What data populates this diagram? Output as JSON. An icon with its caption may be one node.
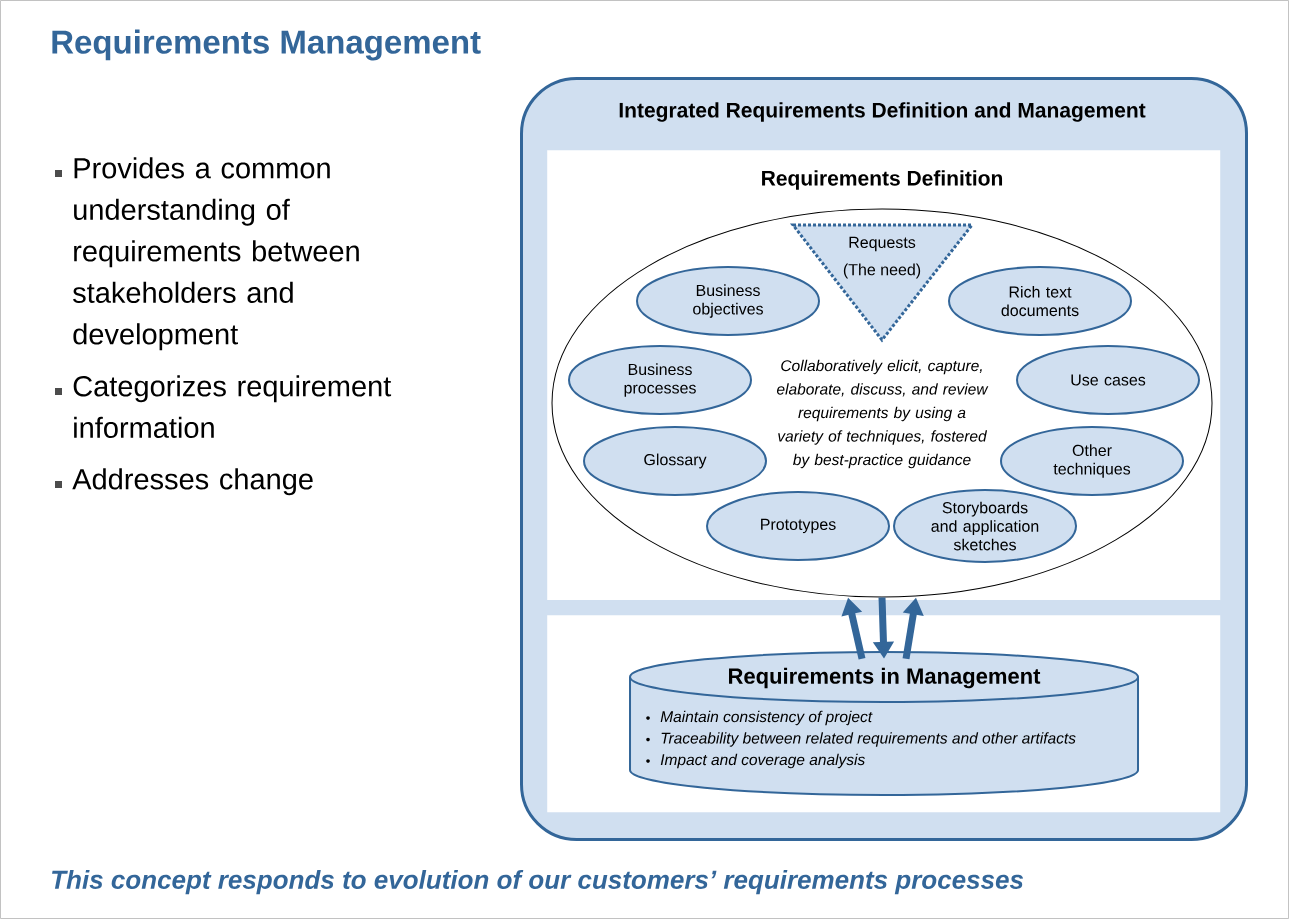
{
  "diagram": {
    "title": "Requirements Management",
    "caption": "This concept responds to evolution of our customers’ requirements processes",
    "nodes": [
      {
        "text": [
          "Integrated Requirements Definition and Management"
        ]
      },
      {
        "text": [
          "Requirements Definition"
        ],
        "in": 0
      },
      {
        "text": [
          "Collaboratively elicit, capture, elaborate, discuss, and review requirements by using a variety of techniques, fostered by best-practice guidance"
        ],
        "in": 1
      },
      {
        "text": [
          "Requests",
          "(The need)"
        ],
        "in": 2
      },
      {
        "text": [
          "Business objectives"
        ],
        "in": 2
      },
      {
        "text": [
          "Rich text documents"
        ],
        "in": 2
      },
      {
        "text": [
          "Business processes"
        ],
        "in": 2
      },
      {
        "text": [
          "Use cases"
        ],
        "in": 2
      },
      {
        "text": [
          "Glossary"
        ],
        "in": 2
      },
      {
        "text": [
          "Other techniques"
        ],
        "in": 2
      },
      {
        "text": [
          "Prototypes"
        ],
        "in": 2
      },
      {
        "text": [
          "Storyboards and application sketches"
        ],
        "in": 2
      },
      {
        "text": [],
        "shape": "box",
        "in": 0
      },
      {
        "text": [
          "Requirements in Management",
          "Maintain consistency of project",
          "Traceability between related requirements and other artifacts",
          "Impact and coverage analysis"
        ],
        "in": 12
      }
    ],
    "edges": [
      {
        "from": 13,
        "to": 2,
        "arrow": "to"
      },
      {
        "from": 2,
        "to": 13,
        "arrow": "to"
      },
      {
        "from": 13,
        "to": 2,
        "arrow": "to"
      }
    ],
    "labels": [
      "Provides a common understanding of requirements between stakeholders and development",
      "Categorizes requirement information",
      "Addresses change"
    ]
  }
}
